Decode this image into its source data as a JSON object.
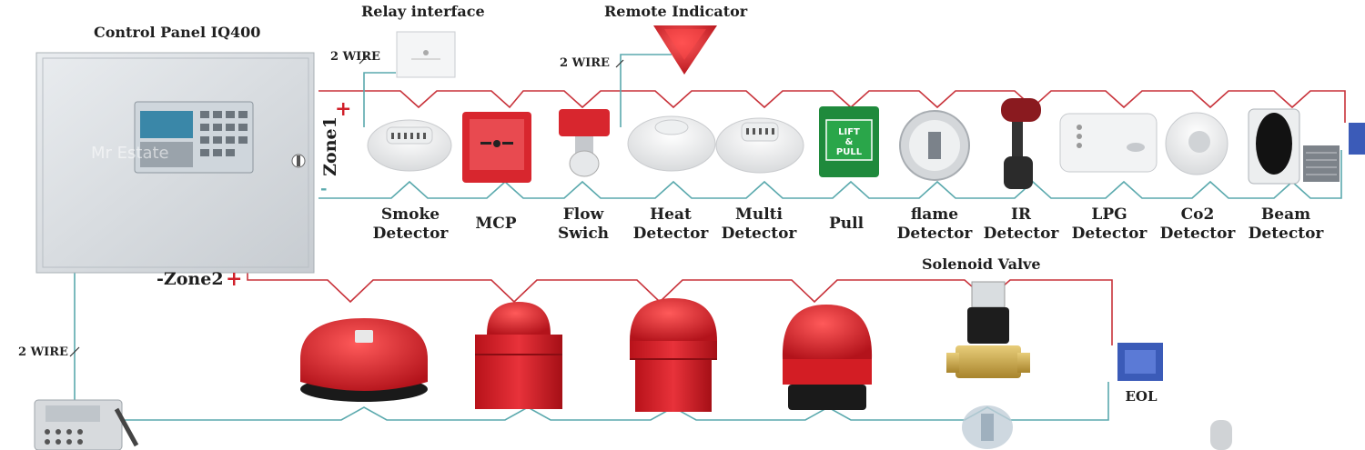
{
  "titles": {
    "control_panel": "Control Panel IQ400",
    "relay_interface": "Relay interface",
    "remote_indicator": "Remote Indicator",
    "solenoid_valve": "Solenoid Valve"
  },
  "wire_labels": {
    "relay": "2 WIRE",
    "remote": "2 WIRE",
    "bottom_left": "2 WIRE"
  },
  "zones": {
    "zone1": "Zone1",
    "zone2": "-Zone2",
    "plus": "+",
    "minus": "-"
  },
  "devices": [
    {
      "line1": "Smoke",
      "line2": "Detector"
    },
    {
      "line1": "MCP",
      "line2": ""
    },
    {
      "line1": "Flow",
      "line2": "Swich"
    },
    {
      "line1": "Heat",
      "line2": "Detector"
    },
    {
      "line1": "Multi",
      "line2": "Detector"
    },
    {
      "line1": "Pull",
      "line2": ""
    },
    {
      "line1": "flame",
      "line2": "Detector"
    },
    {
      "line1": "IR",
      "line2": "Detector"
    },
    {
      "line1": "LPG",
      "line2": "Detector"
    },
    {
      "line1": "Co2",
      "line2": "Detector"
    },
    {
      "line1": "Beam",
      "line2": "Detector"
    }
  ],
  "eol_label": "EOL",
  "pull_station": {
    "line1": "LIFT",
    "line2": "&",
    "line3": "PULL"
  },
  "watermark": {
    "brand": "Mr Estate"
  },
  "colors": {
    "positive_wire": "#c8323a",
    "negative_wire": "#5aa9ad",
    "device_red": "#d8262e",
    "plus_red": "#d0202a",
    "pull_green": "#1f8a3c",
    "eol_blue": "#3b5bb8"
  }
}
